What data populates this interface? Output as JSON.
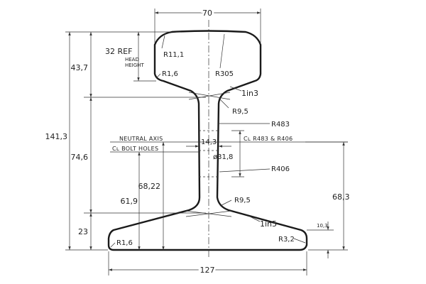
{
  "dimensions": {
    "top_width": "70",
    "base_width": "127",
    "overall_height": "141,3",
    "head_height": "43,7",
    "web_height": "74,6",
    "foot_height": "23",
    "head_height_ref": "32 REF",
    "head_height_ref_caption_1": "HEAD",
    "head_height_ref_caption_2": "HEIGHT",
    "neutral_axis_height": "68,22",
    "bolt_hole_height": "61,9",
    "right_height": "68,3",
    "web_thickness": "14,3",
    "bolt_hole_diameter": "ø31,8",
    "foot_edge": "10,3"
  },
  "radii": {
    "head_top_corner": "R11,1",
    "head_crown": "R305",
    "head_lower_corner": "R1,6",
    "web_upper_fillet": "R9,5",
    "web_right_upper": "R483",
    "web_right_centers": "Cʟ R483 & R406",
    "web_right_lower": "R406",
    "web_lower_fillet": "R9,5",
    "foot_left_corner": "R1,6",
    "foot_right_corner": "R3,2"
  },
  "slopes": {
    "head_underside": "1in3",
    "foot_top": "1in5"
  },
  "labels": {
    "neutral_axis": "NEUTRAL AXIS",
    "bolt_holes": "Cʟ BOLT HOLES"
  },
  "colors": {
    "outline": "#1a1a1a",
    "lines": "#333333",
    "background": "#ffffff"
  }
}
